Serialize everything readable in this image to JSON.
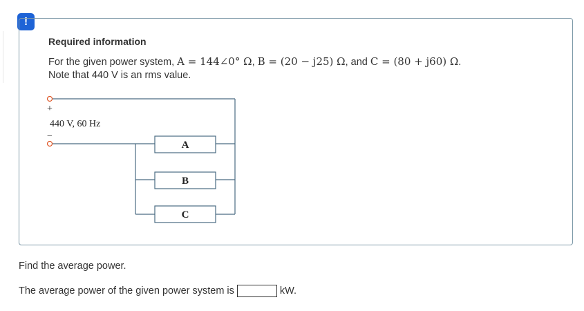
{
  "alert_icon": "!",
  "header": {
    "title": "Required information"
  },
  "problem": {
    "intro": "For the given power system,",
    "A_expr": "A = 144∠0° Ω",
    "B_expr": "B = (20 − j25) Ω",
    "and_text": ", and",
    "C_expr": "C = (80 + j60) Ω",
    "period": ".",
    "note": "Note that 440 V is an rms value."
  },
  "circuit": {
    "source_label": "440 V, 60 Hz",
    "plus": "+",
    "minus": "−",
    "loads": [
      "A",
      "B",
      "C"
    ]
  },
  "question": {
    "text": "Find the average power."
  },
  "answer": {
    "prefix": "The average power of the given power system is",
    "value": "",
    "unit": "kW."
  },
  "colors": {
    "accent": "#1e63d6",
    "terminal": "#e05a2b",
    "wire": "#4a6b82",
    "card_border": "#7d99a8"
  }
}
